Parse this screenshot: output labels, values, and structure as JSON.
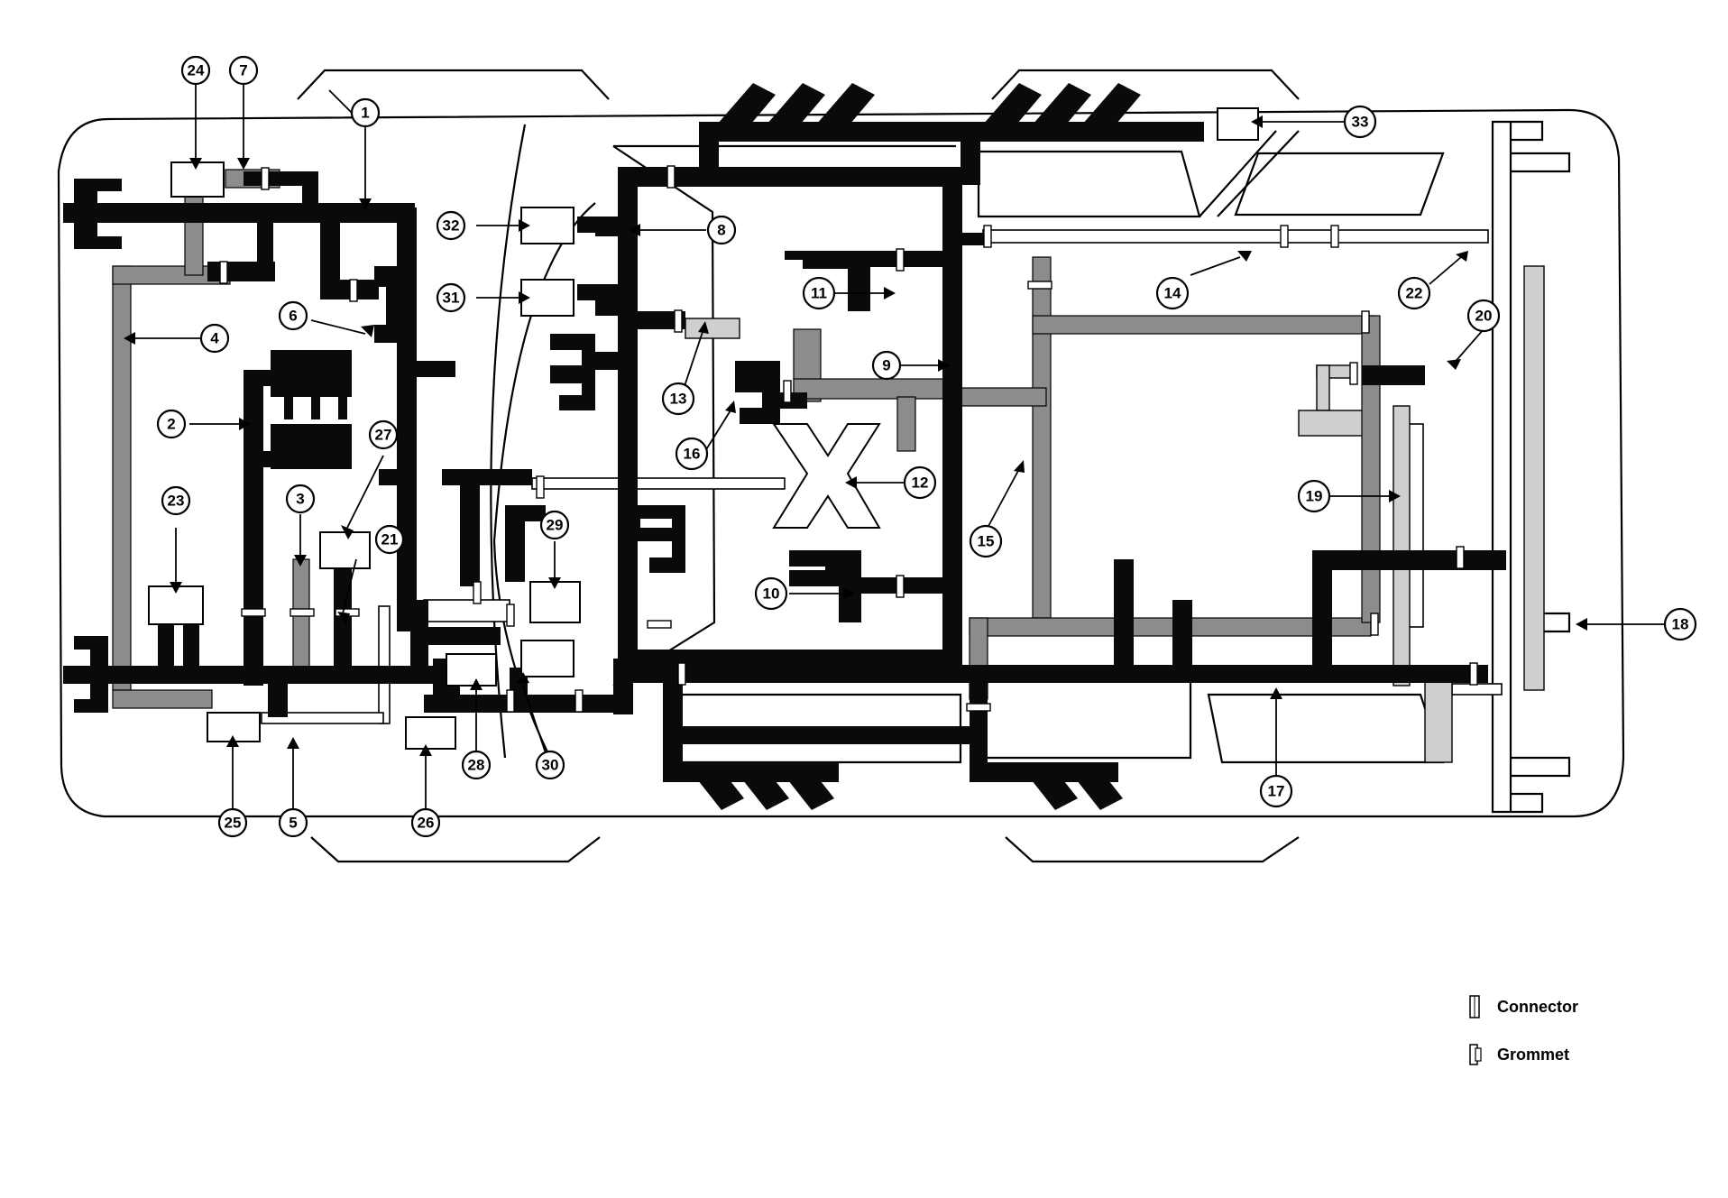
{
  "colors": {
    "harness_black": "#0a0a0a",
    "harness_dark_gray": "#8c8c8c",
    "harness_light_gray": "#cfcfcf",
    "harness_white": "#ffffff",
    "outline": "#000000"
  },
  "callouts": [
    {
      "label": "1"
    },
    {
      "label": "2"
    },
    {
      "label": "3"
    },
    {
      "label": "4"
    },
    {
      "label": "5"
    },
    {
      "label": "6"
    },
    {
      "label": "7"
    },
    {
      "label": "8"
    },
    {
      "label": "9"
    },
    {
      "label": "10"
    },
    {
      "label": "11"
    },
    {
      "label": "12"
    },
    {
      "label": "13"
    },
    {
      "label": "14"
    },
    {
      "label": "15"
    },
    {
      "label": "16"
    },
    {
      "label": "17"
    },
    {
      "label": "18"
    },
    {
      "label": "19"
    },
    {
      "label": "20"
    },
    {
      "label": "21"
    },
    {
      "label": "22"
    },
    {
      "label": "23"
    },
    {
      "label": "24"
    },
    {
      "label": "25"
    },
    {
      "label": "26"
    },
    {
      "label": "27"
    },
    {
      "label": "28"
    },
    {
      "label": "29"
    },
    {
      "label": "30"
    },
    {
      "label": "31"
    },
    {
      "label": "32"
    },
    {
      "label": "33"
    }
  ],
  "legend": {
    "connector_label": "Connector",
    "grommet_label": "Grommet",
    "connector_icon": "connector-icon",
    "grommet_icon": "grommet-icon"
  }
}
